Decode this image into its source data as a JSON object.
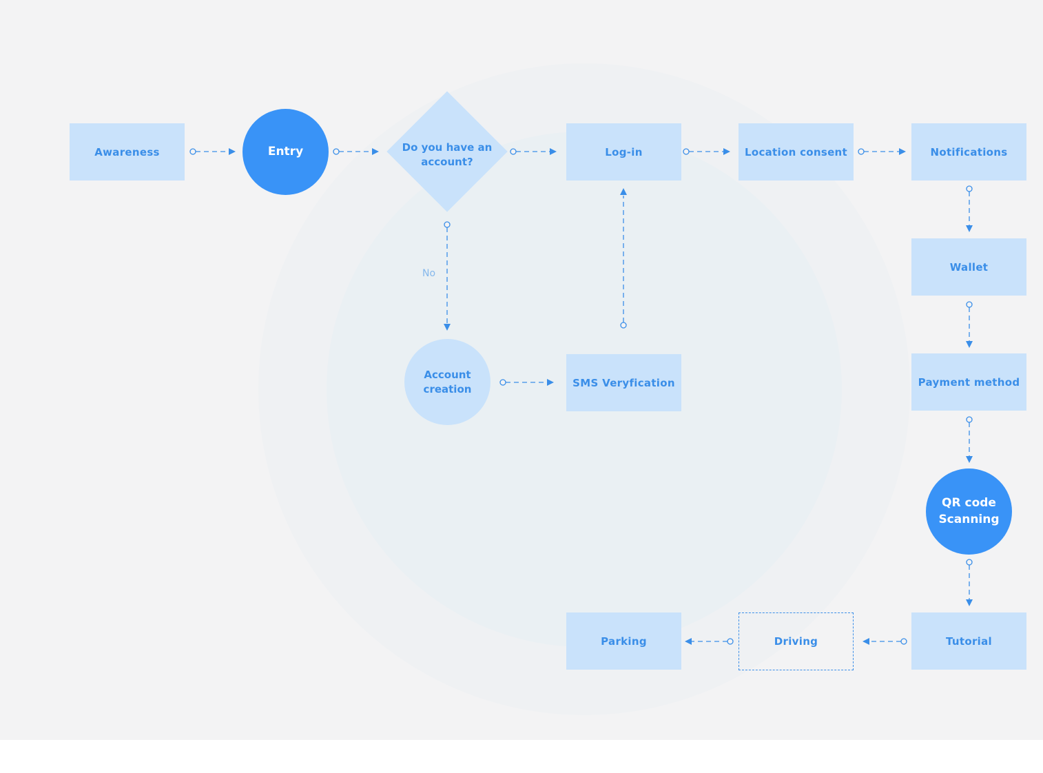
{
  "nodes": {
    "awareness": "Awareness",
    "entry": "Entry",
    "decision": "Do you have an account?",
    "login": "Log-in",
    "location_consent": "Location consent",
    "notifications": "Notifications",
    "wallet": "Wallet",
    "payment_method": "Payment method",
    "qr_code_scanning": "QR code Scanning",
    "tutorial": "Tutorial",
    "driving": "Driving",
    "parking": "Parking",
    "account_creation": "Account creation",
    "sms_verification": "SMS Veryfication"
  },
  "edge_labels": {
    "no": "No"
  },
  "edges": [
    {
      "from": "awareness",
      "to": "entry"
    },
    {
      "from": "entry",
      "to": "decision"
    },
    {
      "from": "decision",
      "to": "login"
    },
    {
      "from": "decision",
      "to": "account_creation",
      "label": "No"
    },
    {
      "from": "account_creation",
      "to": "sms_verification"
    },
    {
      "from": "sms_verification",
      "to": "login"
    },
    {
      "from": "login",
      "to": "location_consent"
    },
    {
      "from": "location_consent",
      "to": "notifications"
    },
    {
      "from": "notifications",
      "to": "wallet"
    },
    {
      "from": "wallet",
      "to": "payment_method"
    },
    {
      "from": "payment_method",
      "to": "qr_code_scanning"
    },
    {
      "from": "qr_code_scanning",
      "to": "tutorial"
    },
    {
      "from": "tutorial",
      "to": "driving"
    },
    {
      "from": "driving",
      "to": "parking"
    }
  ],
  "colors": {
    "background": "#f3f3f4",
    "node_fill": "#c9e2fb",
    "accent": "#3993f7",
    "text": "#3a8ee8"
  }
}
